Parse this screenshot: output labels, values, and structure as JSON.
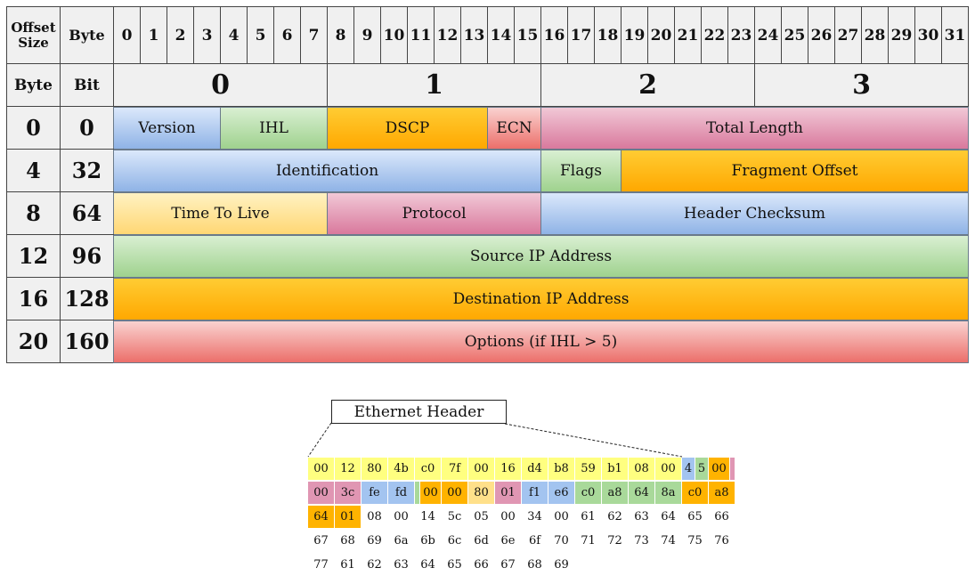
{
  "header": {
    "offset_size_label": "Offset\nSize",
    "byte_label": "Byte",
    "bit_numbers": [
      "0",
      "1",
      "2",
      "3",
      "4",
      "5",
      "6",
      "7",
      "8",
      "9",
      "10",
      "11",
      "12",
      "13",
      "14",
      "15",
      "16",
      "17",
      "18",
      "19",
      "20",
      "21",
      "22",
      "23",
      "24",
      "25",
      "26",
      "27",
      "28",
      "29",
      "30",
      "31"
    ],
    "byte_col_label": "Byte",
    "bit_col_label": "Bit",
    "byte_groups": [
      "0",
      "1",
      "2",
      "3"
    ]
  },
  "rows": [
    {
      "byte": "0",
      "bit": "0",
      "fields": [
        {
          "label": "Version",
          "bits": 4,
          "color": "blue"
        },
        {
          "label": "IHL",
          "bits": 4,
          "color": "green"
        },
        {
          "label": "DSCP",
          "bits": 6,
          "color": "orange"
        },
        {
          "label": "ECN",
          "bits": 2,
          "color": "red"
        },
        {
          "label": "Total Length",
          "bits": 16,
          "color": "pink"
        }
      ]
    },
    {
      "byte": "4",
      "bit": "32",
      "fields": [
        {
          "label": "Identification",
          "bits": 16,
          "color": "blue"
        },
        {
          "label": "Flags",
          "bits": 3,
          "color": "green"
        },
        {
          "label": "Fragment Offset",
          "bits": 13,
          "color": "orange"
        }
      ]
    },
    {
      "byte": "8",
      "bit": "64",
      "fields": [
        {
          "label": "Time To Live",
          "bits": 8,
          "color": "yellow"
        },
        {
          "label": "Protocol",
          "bits": 8,
          "color": "pink"
        },
        {
          "label": "Header Checksum",
          "bits": 16,
          "color": "blue"
        }
      ]
    },
    {
      "byte": "12",
      "bit": "96",
      "fields": [
        {
          "label": "Source IP Address",
          "bits": 32,
          "color": "green"
        }
      ]
    },
    {
      "byte": "16",
      "bit": "128",
      "fields": [
        {
          "label": "Destination IP Address",
          "bits": 32,
          "color": "orange"
        }
      ]
    },
    {
      "byte": "20",
      "bit": "160",
      "fields": [
        {
          "label": "Options (if IHL > 5)",
          "bits": 32,
          "color": "red"
        }
      ]
    }
  ],
  "colors": {
    "blue": [
      "#dbe8fb",
      "#8fb3e6"
    ],
    "green": [
      "#d9efd2",
      "#9fd28e"
    ],
    "orange": [
      "#ffcc33",
      "#ffa800"
    ],
    "red": [
      "#f9d2d0",
      "#ec6f6a"
    ],
    "pink": [
      "#f1c8d6",
      "#d9799d"
    ],
    "yellow": [
      "#fff2c2",
      "#ffd774"
    ],
    "hex_yellow": "#ffff80",
    "hex_blue": "#a3c4f0",
    "hex_green": "#a9d99a",
    "hex_orange": "#ffb300",
    "hex_pink": "#e096b3",
    "hex_lightorange": "#ffe08a"
  },
  "ethernet": {
    "label": "Ethernet Header",
    "hex_rows": [
      [
        {
          "t": "00",
          "c": "hex_yellow"
        },
        {
          "t": "12",
          "c": "hex_yellow"
        },
        {
          "t": "80",
          "c": "hex_yellow"
        },
        {
          "t": "4b",
          "c": "hex_yellow"
        },
        {
          "t": "c0",
          "c": "hex_yellow"
        },
        {
          "t": "7f",
          "c": "hex_yellow"
        },
        {
          "t": "00",
          "c": "hex_yellow"
        },
        {
          "t": "16",
          "c": "hex_yellow"
        },
        {
          "t": "d4",
          "c": "hex_yellow"
        },
        {
          "t": "b8",
          "c": "hex_yellow"
        },
        {
          "t": "59",
          "c": "hex_yellow"
        },
        {
          "t": "b1",
          "c": "hex_yellow"
        },
        {
          "t": "08",
          "c": "hex_yellow"
        },
        {
          "t": "00",
          "c": "hex_yellow"
        },
        {
          "t": "4",
          "c": "hex_blue",
          "w": 0.5
        },
        {
          "t": "5",
          "c": "hex_green",
          "w": 0.5
        },
        {
          "t": "00",
          "c": "hex_orange",
          "w": 0.8
        },
        {
          "t": "",
          "c": "hex_pink",
          "w": 0.2
        }
      ],
      [
        {
          "t": "00",
          "c": "hex_pink"
        },
        {
          "t": "3c",
          "c": "hex_pink"
        },
        {
          "t": "fe",
          "c": "hex_blue"
        },
        {
          "t": "fd",
          "c": "hex_blue"
        },
        {
          "t": "",
          "c": "hex_green",
          "w": 0.2
        },
        {
          "t": "00",
          "c": "hex_orange",
          "w": 0.8
        },
        {
          "t": "00",
          "c": "hex_orange"
        },
        {
          "t": "80",
          "c": "hex_lightorange"
        },
        {
          "t": "01",
          "c": "hex_pink"
        },
        {
          "t": "f1",
          "c": "hex_blue"
        },
        {
          "t": "e6",
          "c": "hex_blue"
        },
        {
          "t": "c0",
          "c": "hex_green"
        },
        {
          "t": "a8",
          "c": "hex_green"
        },
        {
          "t": "64",
          "c": "hex_green"
        },
        {
          "t": "8a",
          "c": "hex_green"
        },
        {
          "t": "c0",
          "c": "hex_orange"
        },
        {
          "t": "a8",
          "c": "hex_orange"
        }
      ],
      [
        {
          "t": "64",
          "c": "hex_orange"
        },
        {
          "t": "01",
          "c": "hex_orange"
        },
        {
          "t": "08",
          "c": ""
        },
        {
          "t": "00",
          "c": ""
        },
        {
          "t": "14",
          "c": ""
        },
        {
          "t": "5c",
          "c": ""
        },
        {
          "t": "05",
          "c": ""
        },
        {
          "t": "00",
          "c": ""
        },
        {
          "t": "34",
          "c": ""
        },
        {
          "t": "00",
          "c": ""
        },
        {
          "t": "61",
          "c": ""
        },
        {
          "t": "62",
          "c": ""
        },
        {
          "t": "63",
          "c": ""
        },
        {
          "t": "64",
          "c": ""
        },
        {
          "t": "65",
          "c": ""
        },
        {
          "t": "66",
          "c": ""
        }
      ],
      [
        {
          "t": "67",
          "c": ""
        },
        {
          "t": "68",
          "c": ""
        },
        {
          "t": "69",
          "c": ""
        },
        {
          "t": "6a",
          "c": ""
        },
        {
          "t": "6b",
          "c": ""
        },
        {
          "t": "6c",
          "c": ""
        },
        {
          "t": "6d",
          "c": ""
        },
        {
          "t": "6e",
          "c": ""
        },
        {
          "t": "6f",
          "c": ""
        },
        {
          "t": "70",
          "c": ""
        },
        {
          "t": "71",
          "c": ""
        },
        {
          "t": "72",
          "c": ""
        },
        {
          "t": "73",
          "c": ""
        },
        {
          "t": "74",
          "c": ""
        },
        {
          "t": "75",
          "c": ""
        },
        {
          "t": "76",
          "c": ""
        }
      ],
      [
        {
          "t": "77",
          "c": ""
        },
        {
          "t": "61",
          "c": ""
        },
        {
          "t": "62",
          "c": ""
        },
        {
          "t": "63",
          "c": ""
        },
        {
          "t": "64",
          "c": ""
        },
        {
          "t": "65",
          "c": ""
        },
        {
          "t": "66",
          "c": ""
        },
        {
          "t": "67",
          "c": ""
        },
        {
          "t": "68",
          "c": ""
        },
        {
          "t": "69",
          "c": ""
        }
      ]
    ]
  }
}
